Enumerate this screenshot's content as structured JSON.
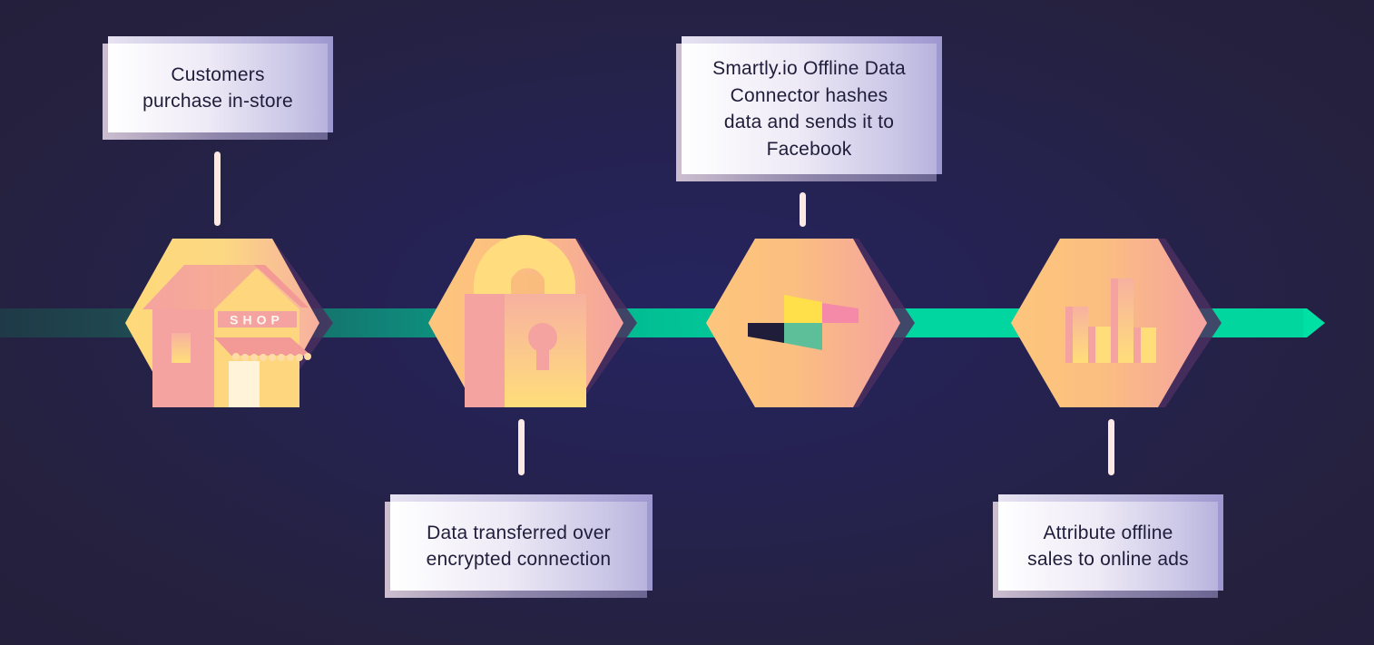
{
  "diagram": {
    "type": "process-flow",
    "direction": "left-to-right",
    "colors": {
      "background": "#25223f",
      "background_center": "#25245e",
      "arrow": "#00e0a4",
      "arrow_faded": "#1f3a48",
      "hexagon_left": "#fcc57c",
      "hexagon_right": "#f5a3a0",
      "hexagon_shadow": "#4a2f5f",
      "connector": "#fde9e4",
      "label_text": "#1f1d3a"
    },
    "steps": [
      {
        "id": 1,
        "label": "Customers purchase in-store",
        "lines": [
          "Customers",
          "purchase in-store"
        ],
        "icon": "shop-icon",
        "icon_text": "SHOP",
        "label_position": "above"
      },
      {
        "id": 2,
        "label": "Data transferred over encrypted connection",
        "lines": [
          "Data transferred over",
          "encrypted connection"
        ],
        "icon": "padlock-icon",
        "label_position": "below"
      },
      {
        "id": 3,
        "label": "Smartly.io Offline Data Connector hashes data and sends it to Facebook",
        "lines": [
          "Smartly.io Offline Data",
          "Connector hashes",
          "data and sends it to",
          "Facebook"
        ],
        "icon": "smartly-logo-icon",
        "label_position": "above"
      },
      {
        "id": 4,
        "label": "Attribute offline sales to online ads",
        "lines": [
          "Attribute offline",
          "sales to online ads"
        ],
        "icon": "bar-chart-icon",
        "label_position": "below"
      }
    ]
  }
}
